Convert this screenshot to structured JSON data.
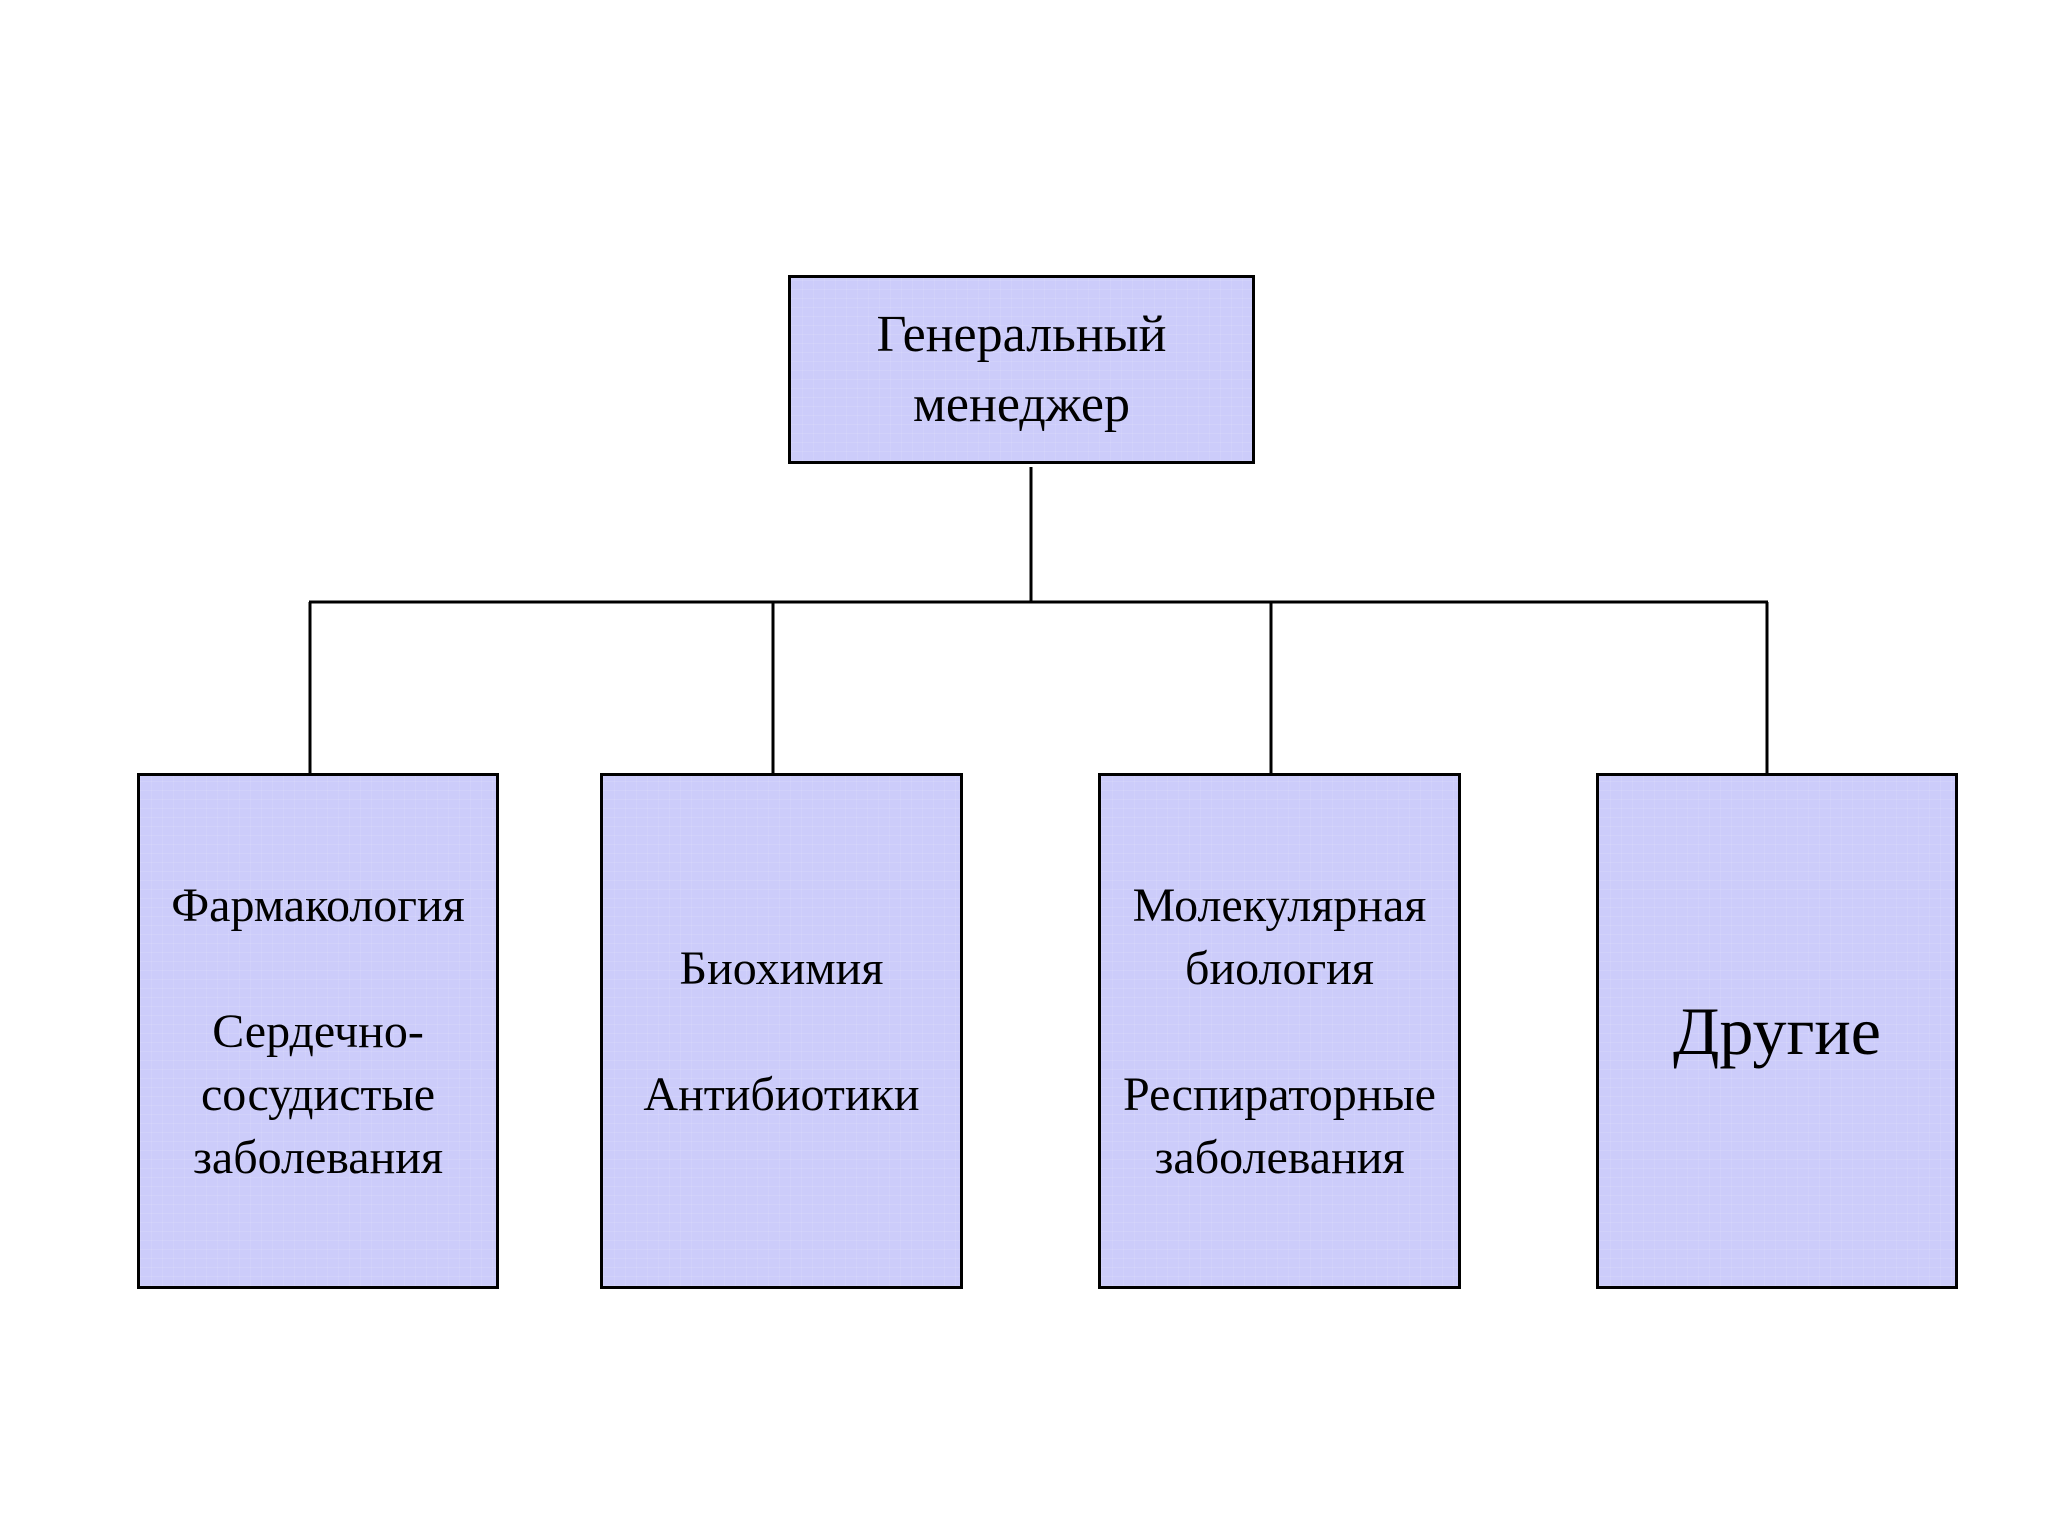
{
  "org_chart": {
    "root": {
      "lines": [
        "Генеральный",
        "менеджер"
      ]
    },
    "departments": [
      {
        "key": "pharmacology",
        "groups": [
          [
            "Фармакология"
          ],
          [
            "Сердечно-",
            "сосудистые",
            "заболевания"
          ]
        ]
      },
      {
        "key": "biochemistry",
        "groups": [
          [
            "Биохимия"
          ],
          [
            "Антибиотики"
          ]
        ]
      },
      {
        "key": "molecular-biology",
        "groups": [
          [
            "Молекулярная",
            "биология"
          ],
          [
            "Респираторные",
            "заболевания"
          ]
        ]
      },
      {
        "key": "other",
        "groups": [
          [
            "Другие"
          ]
        ]
      }
    ]
  },
  "colors": {
    "box_fill": "#ccccfa",
    "box_border": "#000000",
    "connector": "#000000",
    "text": "#000000"
  }
}
